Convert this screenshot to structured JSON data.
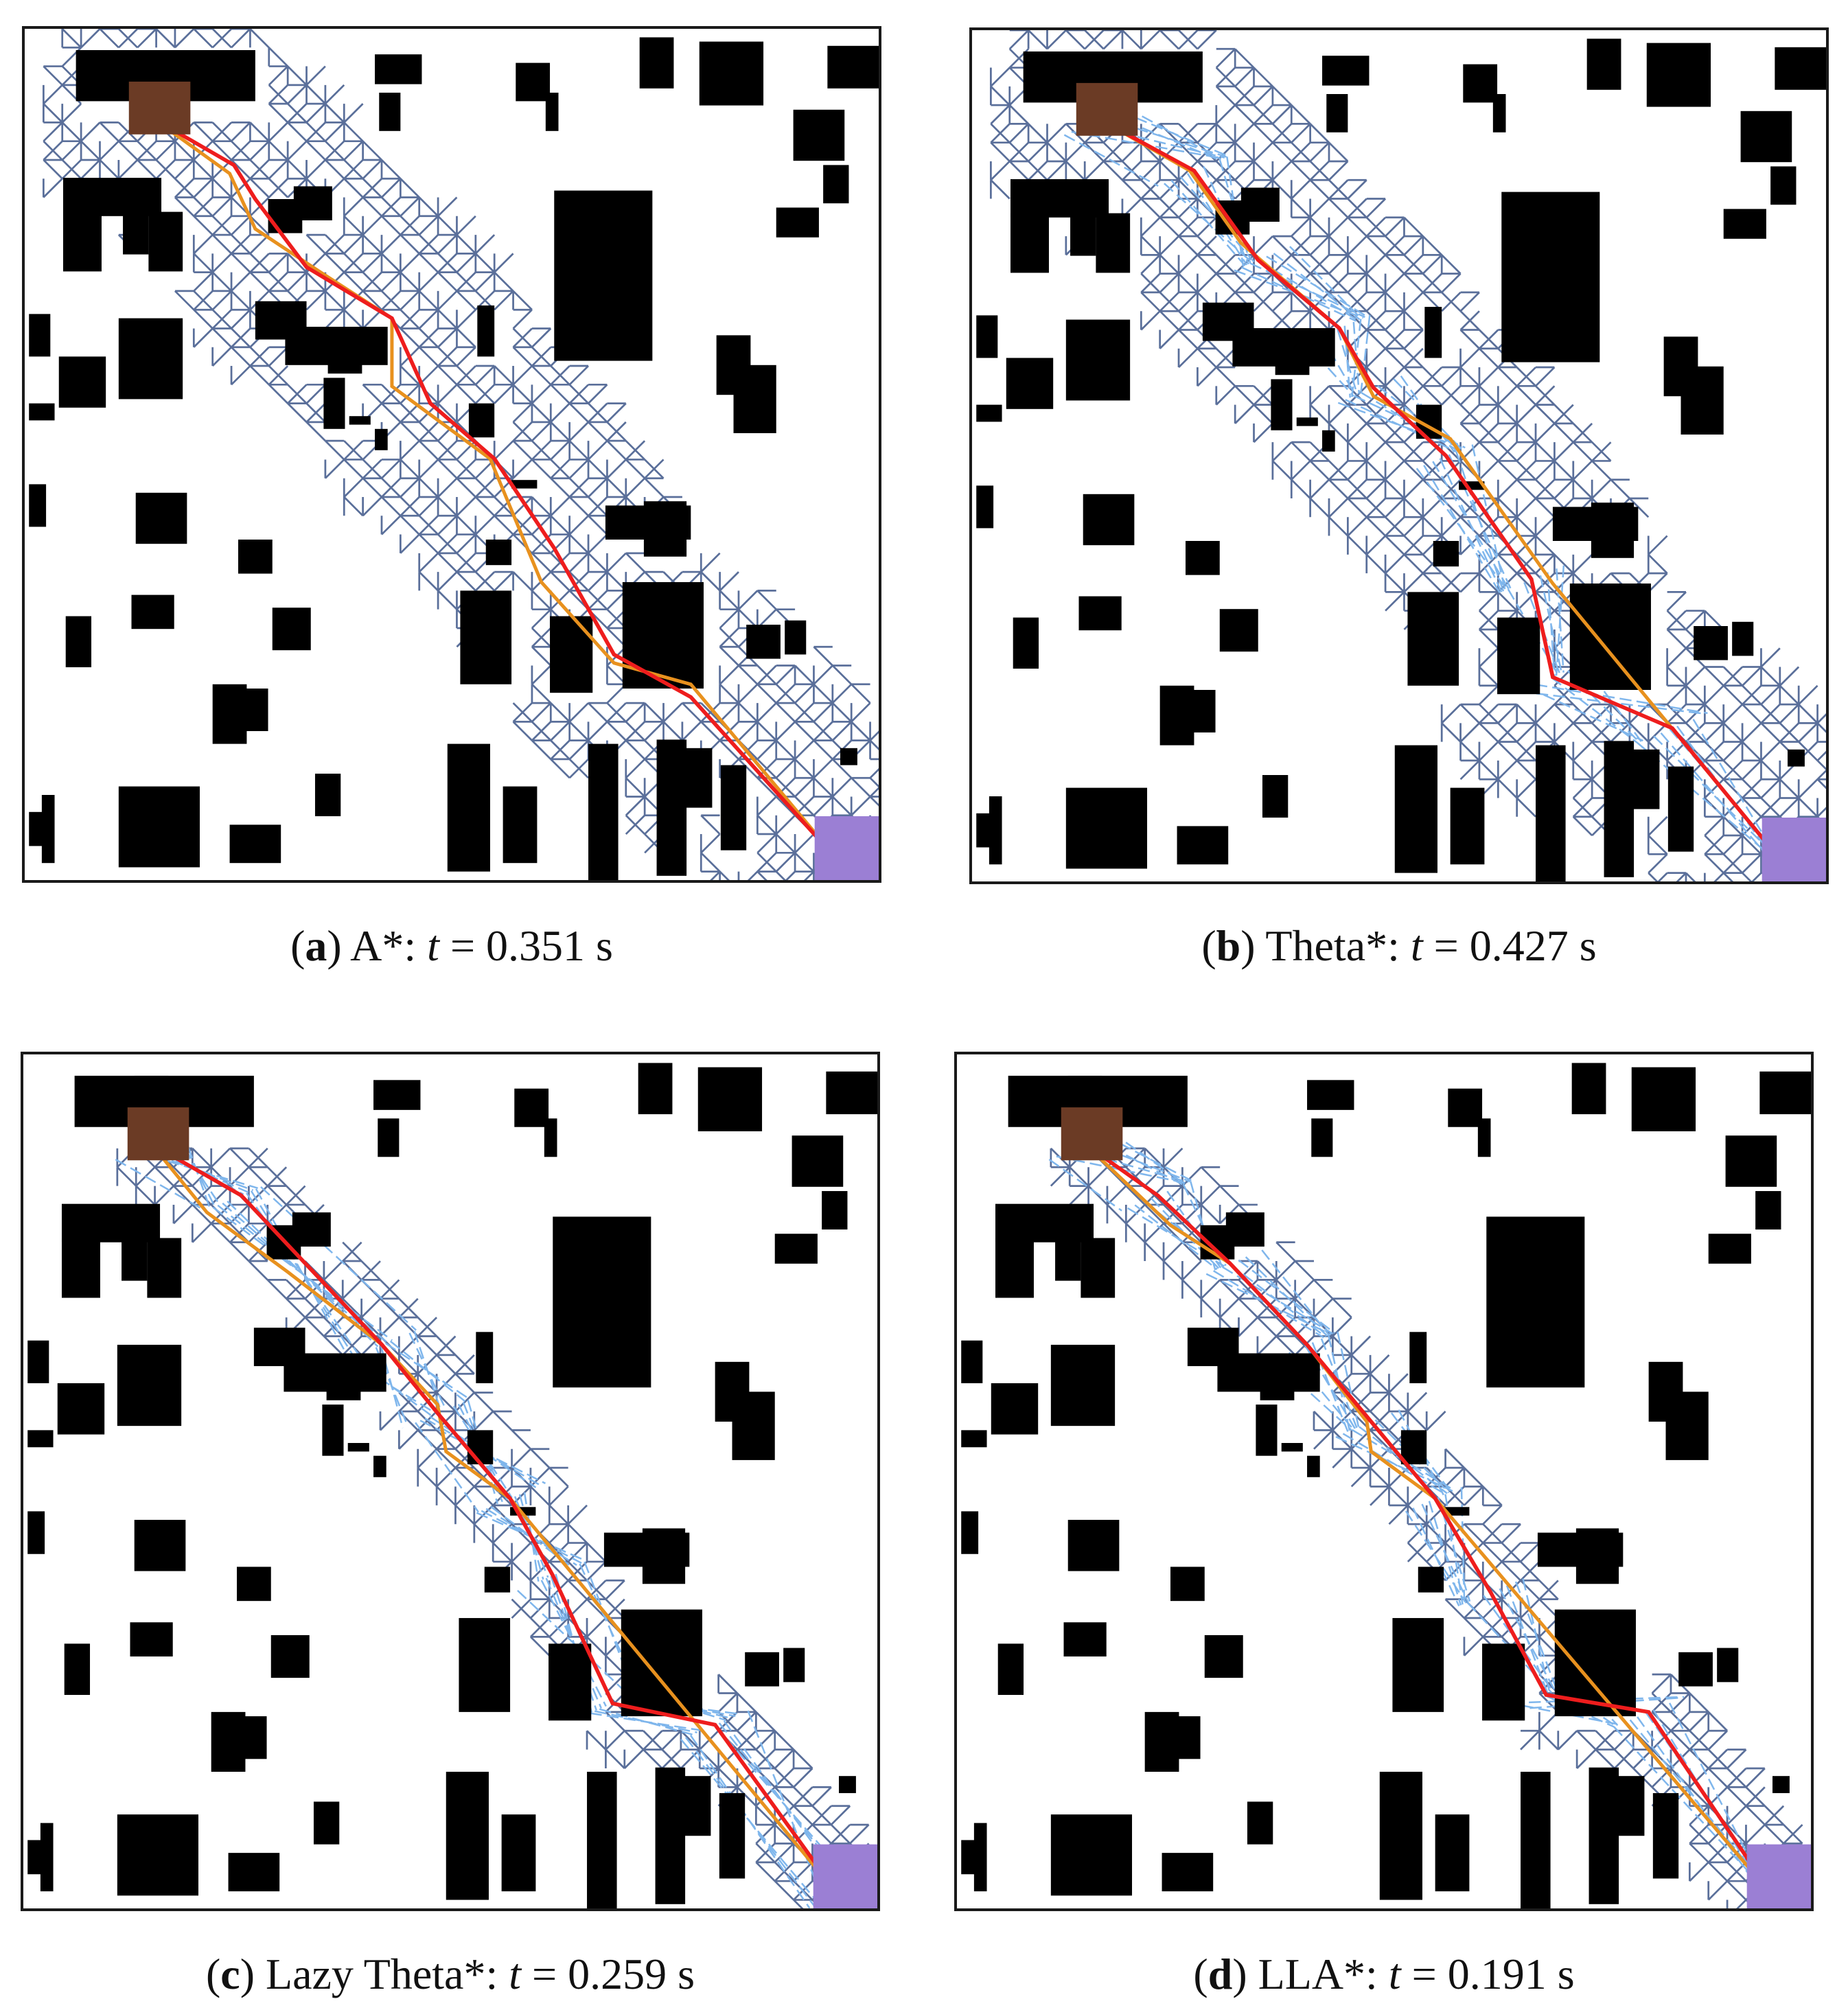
{
  "panels": [
    {
      "letter": "a",
      "algorithm": "A*",
      "time_var": "t",
      "time_value": "0.351 s",
      "explored": "grid",
      "visibility_lines": false
    },
    {
      "letter": "b",
      "algorithm": "Theta*",
      "time_var": "t",
      "time_value": "0.427 s",
      "explored": "grid",
      "visibility_lines": true
    },
    {
      "letter": "c",
      "algorithm": "Lazy Theta*",
      "time_var": "t",
      "time_value": "0.259 s",
      "explored": "sparse",
      "visibility_lines": true
    },
    {
      "letter": "d",
      "algorithm": "LLA*",
      "time_var": "t",
      "time_value": "0.191 s",
      "explored": "sparse",
      "visibility_lines": true
    }
  ],
  "colors": {
    "obstacle": "#000000",
    "start": "#6b3b25",
    "goal": "#9b7fd4",
    "explored_edges": "#5a6f9a",
    "visibility_edges": "#7fb6ec",
    "grid_path": "#e8911e",
    "final_path": "#ee1d1d"
  },
  "icons": {
    "start": "start-square",
    "goal": "goal-square"
  }
}
